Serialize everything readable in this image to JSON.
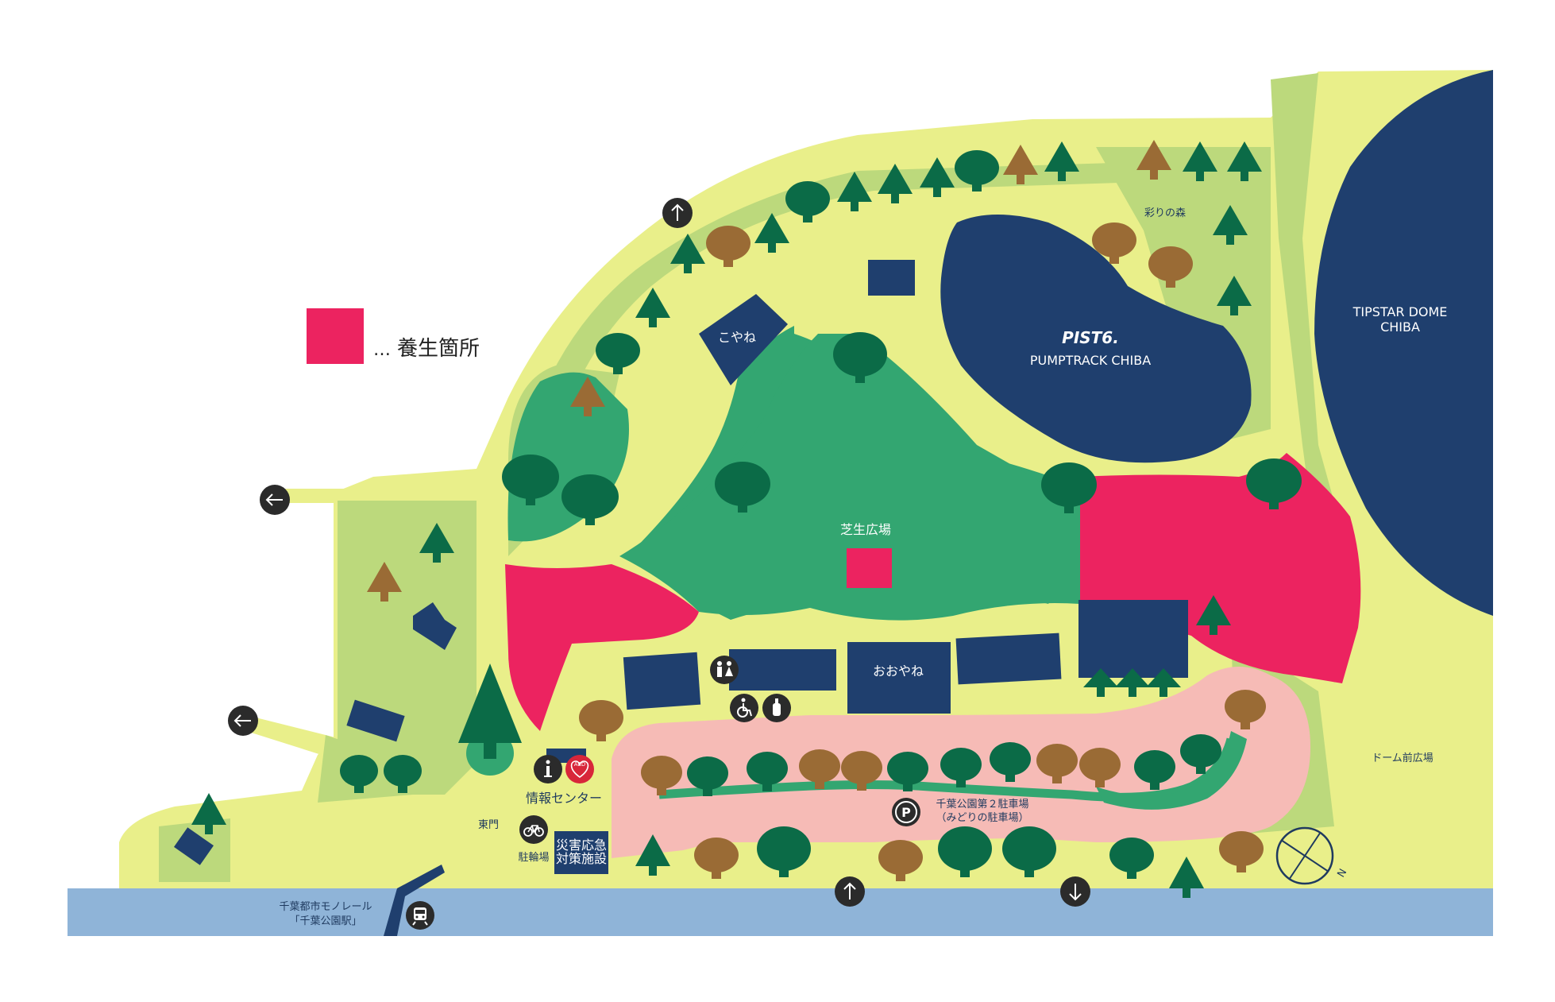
{
  "colors": {
    "path_yellow": "#e9ef8a",
    "light_green": "#bcd97c",
    "lawn_green": "#33a671",
    "tree_green": "#0b6b47",
    "tree_brown": "#9a6b35",
    "building_navy": "#1f3f6e",
    "protected_red": "#ec2360",
    "parking_pink": "#f6bbb6",
    "water_blue": "#8fb4d8",
    "icon_dark": "#2b2b2b"
  },
  "legend": {
    "marker": "…",
    "text": "養生箇所"
  },
  "places": {
    "lawn_plaza": "芝生広場",
    "oyane": "おおやね",
    "koyane": "こやね",
    "irodori_forest": "彩りの森",
    "pist6_logo": "PIST6.",
    "pumptrack": "PUMPTRACK CHIBA",
    "dome_line1": "TIPSTAR DOME",
    "dome_line2": "CHIBA",
    "dome_plaza": "ドーム前広場",
    "info_center": "情報センター",
    "east_gate": "東門",
    "bicycle_parking": "駐輪場",
    "disaster_line1": "災害応急",
    "disaster_line2": "対策施設",
    "parking_line1": "千葉公園第２駐車場",
    "parking_line2": "（みどりの駐車場）",
    "monorail_line1": "千葉都市モノレール",
    "monorail_line2": "「千葉公園駅」",
    "aed": "AED",
    "compass_n": "N"
  },
  "icons": [
    "arrow-up-icon",
    "arrow-left-icon",
    "arrow-down-icon",
    "restroom-icon",
    "wheelchair-icon",
    "baby-bottle-icon",
    "info-icon",
    "aed-heart-icon",
    "bicycle-icon",
    "parking-icon",
    "train-icon",
    "compass-icon"
  ]
}
